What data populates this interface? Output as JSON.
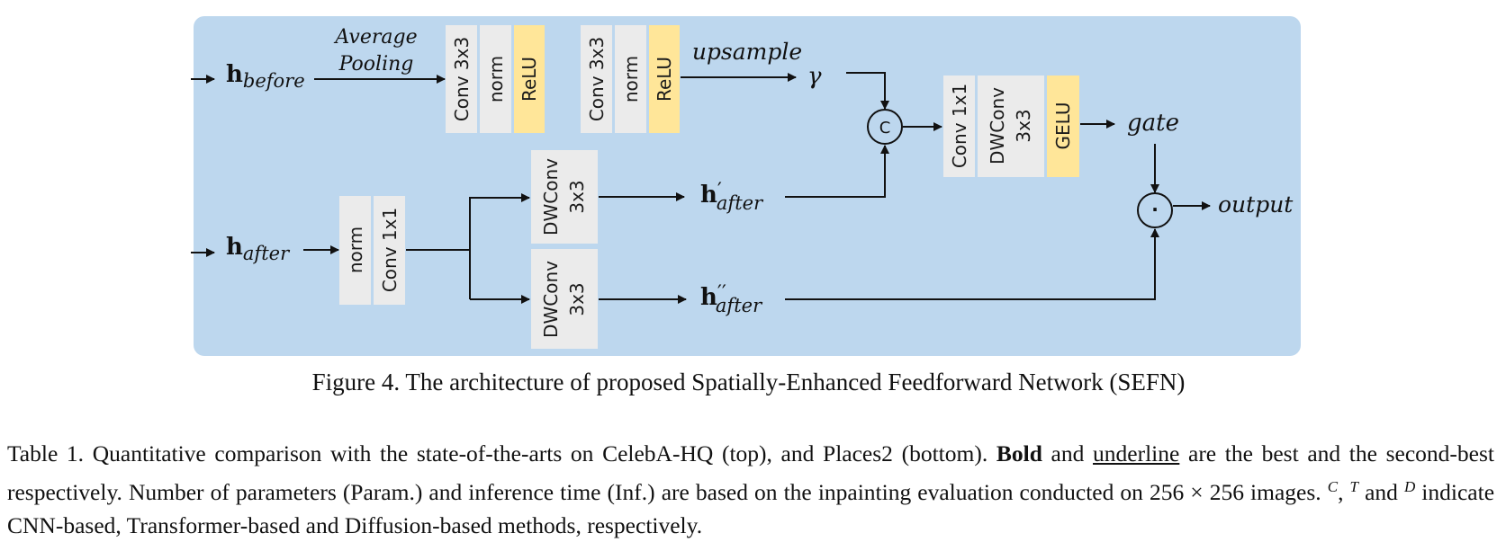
{
  "diagram": {
    "inputs": {
      "h_before": {
        "main": "h",
        "sub": "before"
      },
      "h_after": {
        "main": "h",
        "sub": "after"
      }
    },
    "pooling_label": [
      "Average",
      "Pooling"
    ],
    "blocks": {
      "conv3x3_a": "Conv 3x3",
      "norm_a": "norm",
      "relu_a": "ReLU",
      "conv3x3_b": "Conv 3x3",
      "norm_b": "norm",
      "relu_b": "ReLU",
      "norm_c": "norm",
      "conv1x1_c": "Conv 1x1",
      "dwconv_top": [
        "DWConv",
        "3x3"
      ],
      "dwconv_bottom": [
        "DWConv",
        "3x3"
      ],
      "conv1x1_d": "Conv 1x1",
      "dwconv_d": [
        "DWConv",
        "3x3"
      ],
      "gelu_d": "GELU"
    },
    "labels": {
      "upsample": "upsample",
      "gamma": "γ",
      "h_after_prime": {
        "main": "h",
        "prime": "′",
        "sub": "after"
      },
      "h_after_dprime": {
        "main": "h",
        "prime": "′′",
        "sub": "after"
      },
      "concat_symbol": "C",
      "gate": "gate",
      "multiply_symbol": "·",
      "output": "output"
    },
    "colors": {
      "background_panel": "#bdd7ee",
      "gray_block": "#ebebeb",
      "relu_gelu_block": "#ffe699",
      "line": "#111111"
    }
  },
  "figure_caption": "Figure 4. The architecture of proposed Spatially-Enhanced Feedforward Network (SEFN)",
  "table_caption": {
    "part1": "Table 1. Quantitative comparison with the state-of-the-arts on CelebA-HQ (top), and Places2 (bottom). ",
    "bold": "Bold",
    "part2": " and ",
    "underline": "underline",
    "part3": " are the best and the second-best respectively. Number of parameters (Param.) and inference time (Inf.) are based on the inpainting evaluation conducted on 256 × 256 images. ",
    "sup_c": "C",
    "part4": ", ",
    "sup_t": "T",
    "part5": " and ",
    "sup_d": "D",
    "part6": " indicate CNN-based, Transformer-based and Diffusion-based methods, respectively."
  }
}
